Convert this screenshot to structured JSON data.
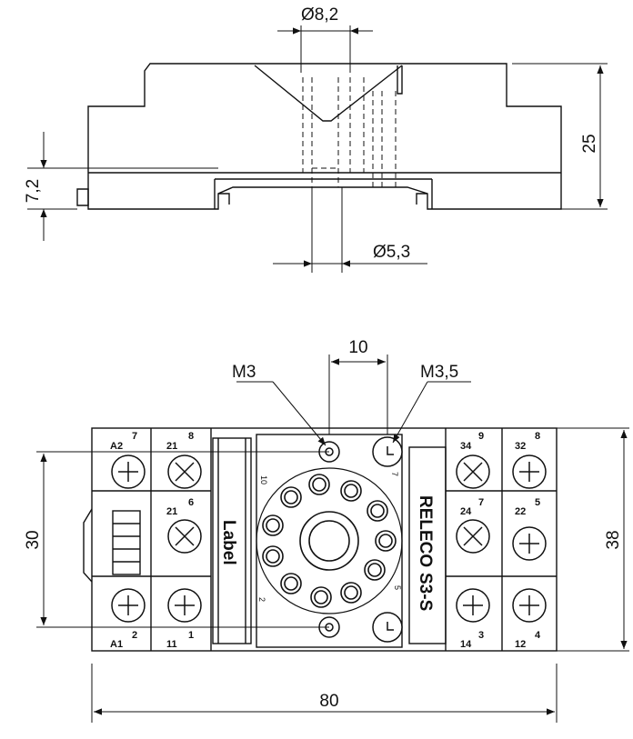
{
  "side_view": {
    "dia_top": "Ø8,2",
    "height": "25",
    "rail": "7,2",
    "dia_bottom": "Ø5,3"
  },
  "top_view": {
    "pitch": "10",
    "screw_small": "M3",
    "screw_large": "M3,5",
    "height": "30",
    "outer_height": "38",
    "width": "80",
    "brand": "RELECO",
    "model": "S3-S",
    "label_area": "Label",
    "pin_label_10": "10",
    "pin_label_7": "7",
    "pin_label_5": "5",
    "pin_label_2": "2",
    "terminals": {
      "tl_a": "A2",
      "tl_b": "7",
      "tm_a": "8",
      "tm_b": "21",
      "ml_a": "6",
      "ml_b": "21",
      "bl_a": "A1",
      "bl_b": "2",
      "bm_a": "1",
      "bm_b": "11",
      "tr1_a": "9",
      "tr1_b": "34",
      "tr2_a": "8",
      "tr2_b": "32",
      "mr1_a": "7",
      "mr1_b": "24",
      "mr2_a": "5",
      "mr2_b": "22",
      "br1_a": "3",
      "br1_b": "14",
      "br2_a": "4",
      "br2_b": "12"
    }
  }
}
